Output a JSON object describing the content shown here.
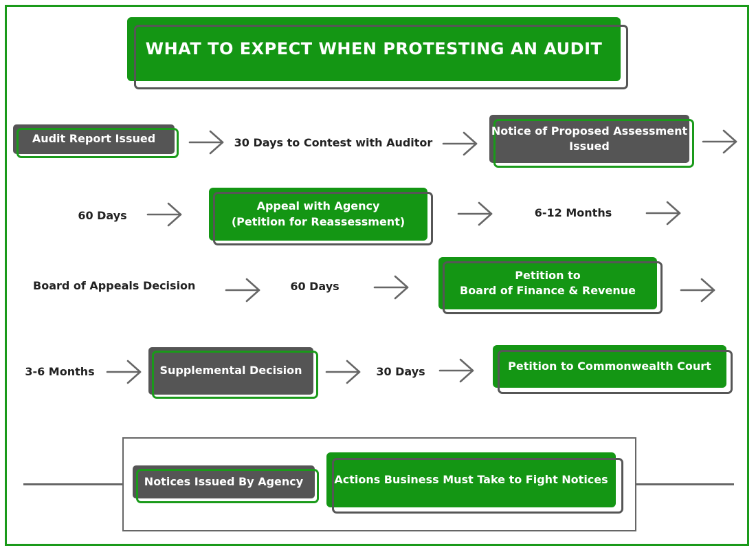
{
  "title": "WHAT TO EXPECT WHEN PROTESTING AN AUDIT",
  "colors": {
    "green": "#149614",
    "gray": "#555555",
    "line": "#666666"
  },
  "nodes": {
    "audit_report": "Audit Report Issued",
    "contest_auditor": "30 Days to Contest with Auditor",
    "notice_proposed": "Notice of Proposed Assessment\nIssued",
    "sixty_days_1": "60 Days",
    "appeal_agency": "Appeal with Agency\n(Petition for Reassessment)",
    "six_twelve_months": "6-12 Months",
    "board_appeals_decision": "Board of Appeals Decision",
    "sixty_days_2": "60 Days",
    "petition_bfr": "Petition to\nBoard of Finance & Revenue",
    "three_six_months": "3-6 Months",
    "supplemental_decision": "Supplemental Decision",
    "thirty_days": "30 Days",
    "petition_commonwealth": "Petition to Commonwealth Court"
  },
  "legend": {
    "notices": "Notices Issued By Agency",
    "actions": "Actions Business Must Take to Fight Notices"
  },
  "icons": [
    "right-arrow-icon"
  ]
}
